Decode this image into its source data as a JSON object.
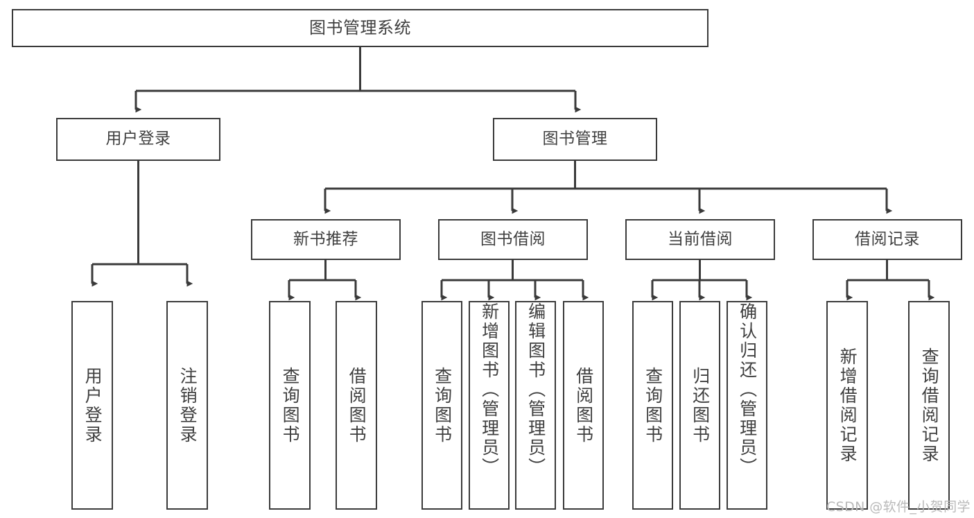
{
  "diagram": {
    "title": "图书管理系统",
    "type": "tree-hierarchy-chart",
    "watermark": "CSDN @软件_小贺同学",
    "colors": {
      "stroke": "#3a3a3a",
      "text": "#3f3f3f",
      "background": "#ffffff",
      "watermark": "#b9b9b9"
    },
    "nodes": {
      "root": "图书管理系统",
      "level2": [
        {
          "label": "用户登录"
        },
        {
          "label": "图书管理"
        }
      ],
      "level3": [
        {
          "label": "新书推荐"
        },
        {
          "label": "图书借阅"
        },
        {
          "label": "当前借阅"
        },
        {
          "label": "借阅记录"
        }
      ],
      "leaves_user_login": [
        {
          "label": "用户登录"
        },
        {
          "label": "注销登录"
        }
      ],
      "leaves_new_book": [
        {
          "label": "查询图书"
        },
        {
          "label": "借阅图书"
        }
      ],
      "leaves_borrow": [
        {
          "label": "查询图书"
        },
        {
          "label": "新增图书（管理员）"
        },
        {
          "label": "编辑图书（管理员）"
        },
        {
          "label": "借阅图书"
        }
      ],
      "leaves_current": [
        {
          "label": "查询图书"
        },
        {
          "label": "归还图书"
        },
        {
          "label": "确认归还（管理员）"
        }
      ],
      "leaves_record": [
        {
          "label": "新增借阅记录"
        },
        {
          "label": "查询借阅记录"
        }
      ]
    }
  }
}
